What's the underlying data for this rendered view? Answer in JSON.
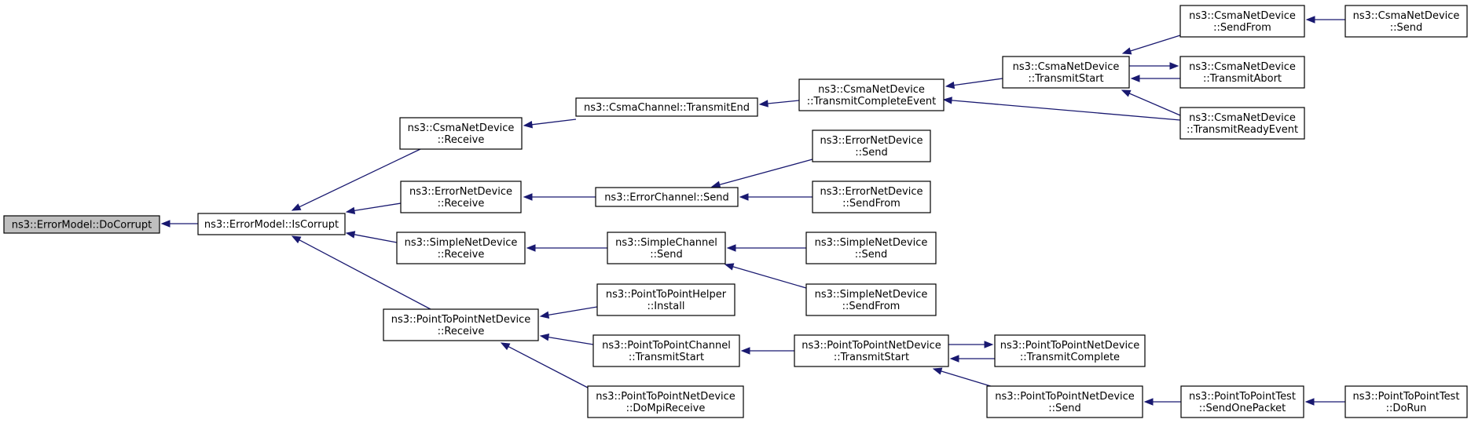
{
  "diagram": {
    "arrow_color": "#191970",
    "root_fill": "#bfbfbf",
    "nodes": [
      {
        "id": "doCorrupt",
        "lines": [
          "ns3::ErrorModel::DoCorrupt"
        ]
      },
      {
        "id": "isCorrupt",
        "lines": [
          "ns3::ErrorModel::IsCorrupt"
        ]
      },
      {
        "id": "csmaRecv",
        "lines": [
          "ns3::CsmaNetDevice",
          "::Receive"
        ]
      },
      {
        "id": "errRecv",
        "lines": [
          "ns3::ErrorNetDevice",
          "::Receive"
        ]
      },
      {
        "id": "simpleRecv",
        "lines": [
          "ns3::SimpleNetDevice",
          "::Receive"
        ]
      },
      {
        "id": "p2pRecv",
        "lines": [
          "ns3::PointToPointNetDevice",
          "::Receive"
        ]
      },
      {
        "id": "csmaChTE",
        "lines": [
          "ns3::CsmaChannel::TransmitEnd"
        ]
      },
      {
        "id": "errChSend",
        "lines": [
          "ns3::ErrorChannel::Send"
        ]
      },
      {
        "id": "simpleChSend",
        "lines": [
          "ns3::SimpleChannel",
          "::Send"
        ]
      },
      {
        "id": "p2pHelperInstall",
        "lines": [
          "ns3::PointToPointHelper",
          "::Install"
        ]
      },
      {
        "id": "p2pChTS",
        "lines": [
          "ns3::PointToPointChannel",
          "::TransmitStart"
        ]
      },
      {
        "id": "p2pDoMpi",
        "lines": [
          "ns3::PointToPointNetDevice",
          "::DoMpiReceive"
        ]
      },
      {
        "id": "csmaTCE",
        "lines": [
          "ns3::CsmaNetDevice",
          "::TransmitCompleteEvent"
        ]
      },
      {
        "id": "errDevSend",
        "lines": [
          "ns3::ErrorNetDevice",
          "::Send"
        ]
      },
      {
        "id": "errDevSendFrom",
        "lines": [
          "ns3::ErrorNetDevice",
          "::SendFrom"
        ]
      },
      {
        "id": "simpleDevSend",
        "lines": [
          "ns3::SimpleNetDevice",
          "::Send"
        ]
      },
      {
        "id": "simpleDevSendFrom",
        "lines": [
          "ns3::SimpleNetDevice",
          "::SendFrom"
        ]
      },
      {
        "id": "p2pDevTS",
        "lines": [
          "ns3::PointToPointNetDevice",
          "::TransmitStart"
        ]
      },
      {
        "id": "csmaTS",
        "lines": [
          "ns3::CsmaNetDevice",
          "::TransmitStart"
        ]
      },
      {
        "id": "csmaSendFrom",
        "lines": [
          "ns3::CsmaNetDevice",
          "::SendFrom"
        ]
      },
      {
        "id": "csmaTA",
        "lines": [
          "ns3::CsmaNetDevice",
          "::TransmitAbort"
        ]
      },
      {
        "id": "csmaTRE",
        "lines": [
          "ns3::CsmaNetDevice",
          "::TransmitReadyEvent"
        ]
      },
      {
        "id": "csmaSend",
        "lines": [
          "ns3::CsmaNetDevice",
          "::Send"
        ]
      },
      {
        "id": "p2pTC",
        "lines": [
          "ns3::PointToPointNetDevice",
          "::TransmitComplete"
        ]
      },
      {
        "id": "p2pDevSend",
        "lines": [
          "ns3::PointToPointNetDevice",
          "::Send"
        ]
      },
      {
        "id": "p2pTestSOP",
        "lines": [
          "ns3::PointToPointTest",
          "::SendOnePacket"
        ]
      },
      {
        "id": "p2pTestRun",
        "lines": [
          "ns3::PointToPointTest",
          "::DoRun"
        ]
      }
    ],
    "edges": [
      {
        "from": "isCorrupt",
        "to": "doCorrupt"
      },
      {
        "from": "csmaRecv",
        "to": "isCorrupt"
      },
      {
        "from": "errRecv",
        "to": "isCorrupt"
      },
      {
        "from": "simpleRecv",
        "to": "isCorrupt"
      },
      {
        "from": "p2pRecv",
        "to": "isCorrupt"
      },
      {
        "from": "csmaChTE",
        "to": "csmaRecv"
      },
      {
        "from": "errChSend",
        "to": "errRecv"
      },
      {
        "from": "simpleChSend",
        "to": "simpleRecv"
      },
      {
        "from": "p2pHelperInstall",
        "to": "p2pRecv"
      },
      {
        "from": "p2pChTS",
        "to": "p2pRecv"
      },
      {
        "from": "p2pDoMpi",
        "to": "p2pRecv"
      },
      {
        "from": "csmaTCE",
        "to": "csmaChTE"
      },
      {
        "from": "errDevSend",
        "to": "errChSend"
      },
      {
        "from": "errDevSendFrom",
        "to": "errChSend"
      },
      {
        "from": "simpleDevSend",
        "to": "simpleChSend"
      },
      {
        "from": "simpleDevSendFrom",
        "to": "simpleChSend"
      },
      {
        "from": "p2pDevTS",
        "to": "p2pChTS"
      },
      {
        "from": "csmaTS",
        "to": "csmaTCE"
      },
      {
        "from": "csmaTRE",
        "to": "csmaTCE"
      },
      {
        "from": "csmaSendFrom",
        "to": "csmaTS"
      },
      {
        "from": "csmaTA",
        "to": "csmaTS"
      },
      {
        "from": "csmaTS",
        "to": "csmaTA"
      },
      {
        "from": "csmaTRE",
        "to": "csmaTS"
      },
      {
        "from": "csmaSend",
        "to": "csmaSendFrom"
      },
      {
        "from": "p2pTC",
        "to": "p2pDevTS"
      },
      {
        "from": "p2pDevTS",
        "to": "p2pTC"
      },
      {
        "from": "p2pDevSend",
        "to": "p2pDevTS"
      },
      {
        "from": "p2pTestSOP",
        "to": "p2pDevSend"
      },
      {
        "from": "p2pTestRun",
        "to": "p2pTestSOP"
      }
    ]
  }
}
